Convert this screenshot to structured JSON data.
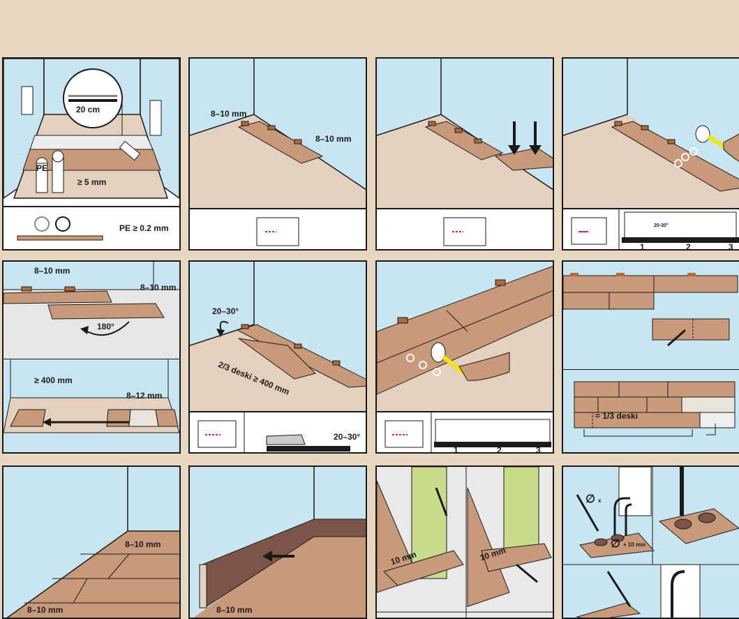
{
  "colors": {
    "background": "#e8d8c2",
    "wall": "#c7e6f1",
    "floor": "#e3d1bd",
    "plank": "#c99a7a",
    "plank_dark": "#8c5a44",
    "skirting": "#7d5548",
    "leg_green": "#c8dc8a",
    "hammer_yellow": "#f2e600",
    "spacer": "#b36a3a",
    "marker_red": "#e0245e"
  },
  "panel1": {
    "circle_label": "20 cm",
    "roll_label": "PE",
    "thickness_label": "≥ 5 mm",
    "strip_label": "PE ≥ 0.2 mm"
  },
  "panel2": {
    "gap_left": "8–10 mm",
    "gap_right": "8–10 mm"
  },
  "panel4": {
    "steps": [
      "1",
      "2",
      "3"
    ],
    "angle_small": "20-30°"
  },
  "panel5": {
    "gap_top": "8–10 mm",
    "gap_right": "8–10 mm",
    "rotate": "180°",
    "min_length": "≥ 400 mm",
    "gap_end": "8–12 mm"
  },
  "panel6": {
    "angle": "20–30°",
    "plank_text": "2/3 deski ≥ 400 mm",
    "angle_strip": "20–30°"
  },
  "panel7": {
    "steps": [
      "1",
      "2",
      "3"
    ]
  },
  "panel8": {
    "third_label": "= 1/3 deski"
  },
  "panel9": {
    "gap_wall": "8–10 mm",
    "gap_corner": "8–10 mm"
  },
  "panel10": {
    "gap": "8–10 mm"
  },
  "panel11": {
    "cut_left": "10 mm",
    "cut_right": "10 mm"
  },
  "panel12": {
    "diameter_label": "x",
    "diameter_plus": "+ 10 mm"
  }
}
